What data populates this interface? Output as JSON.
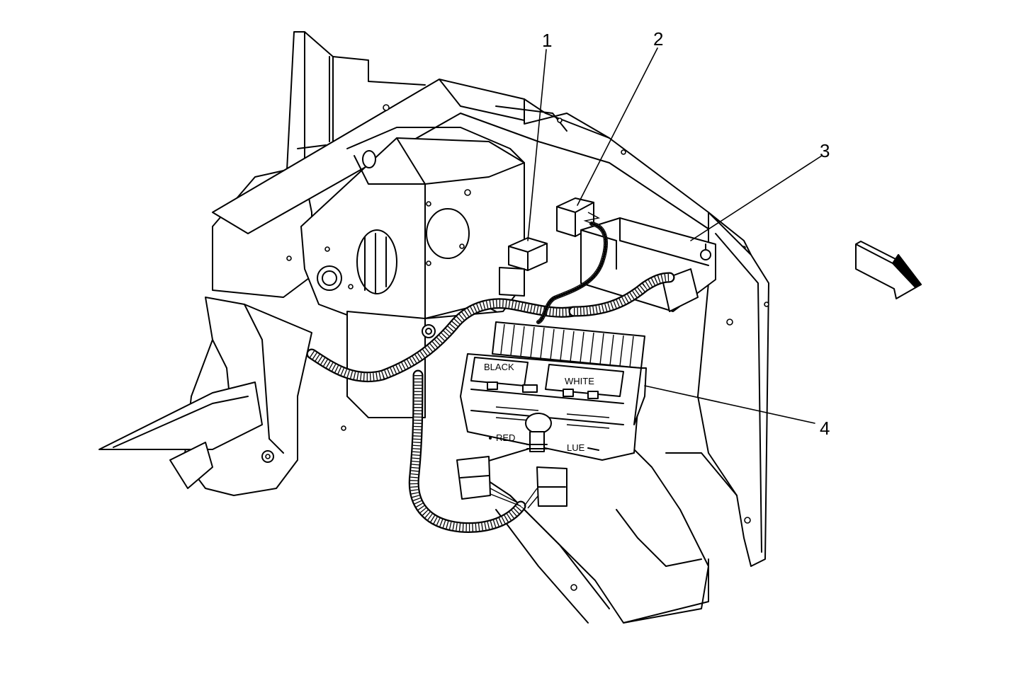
{
  "callouts": [
    {
      "number": "1"
    },
    {
      "number": "2"
    },
    {
      "number": "3"
    },
    {
      "number": "4"
    }
  ],
  "module_labels": {
    "black": "BLACK",
    "white": "WHITE",
    "red": "RED",
    "blue": "LUE"
  },
  "icons": {
    "view_direction": "arrow-icon"
  }
}
